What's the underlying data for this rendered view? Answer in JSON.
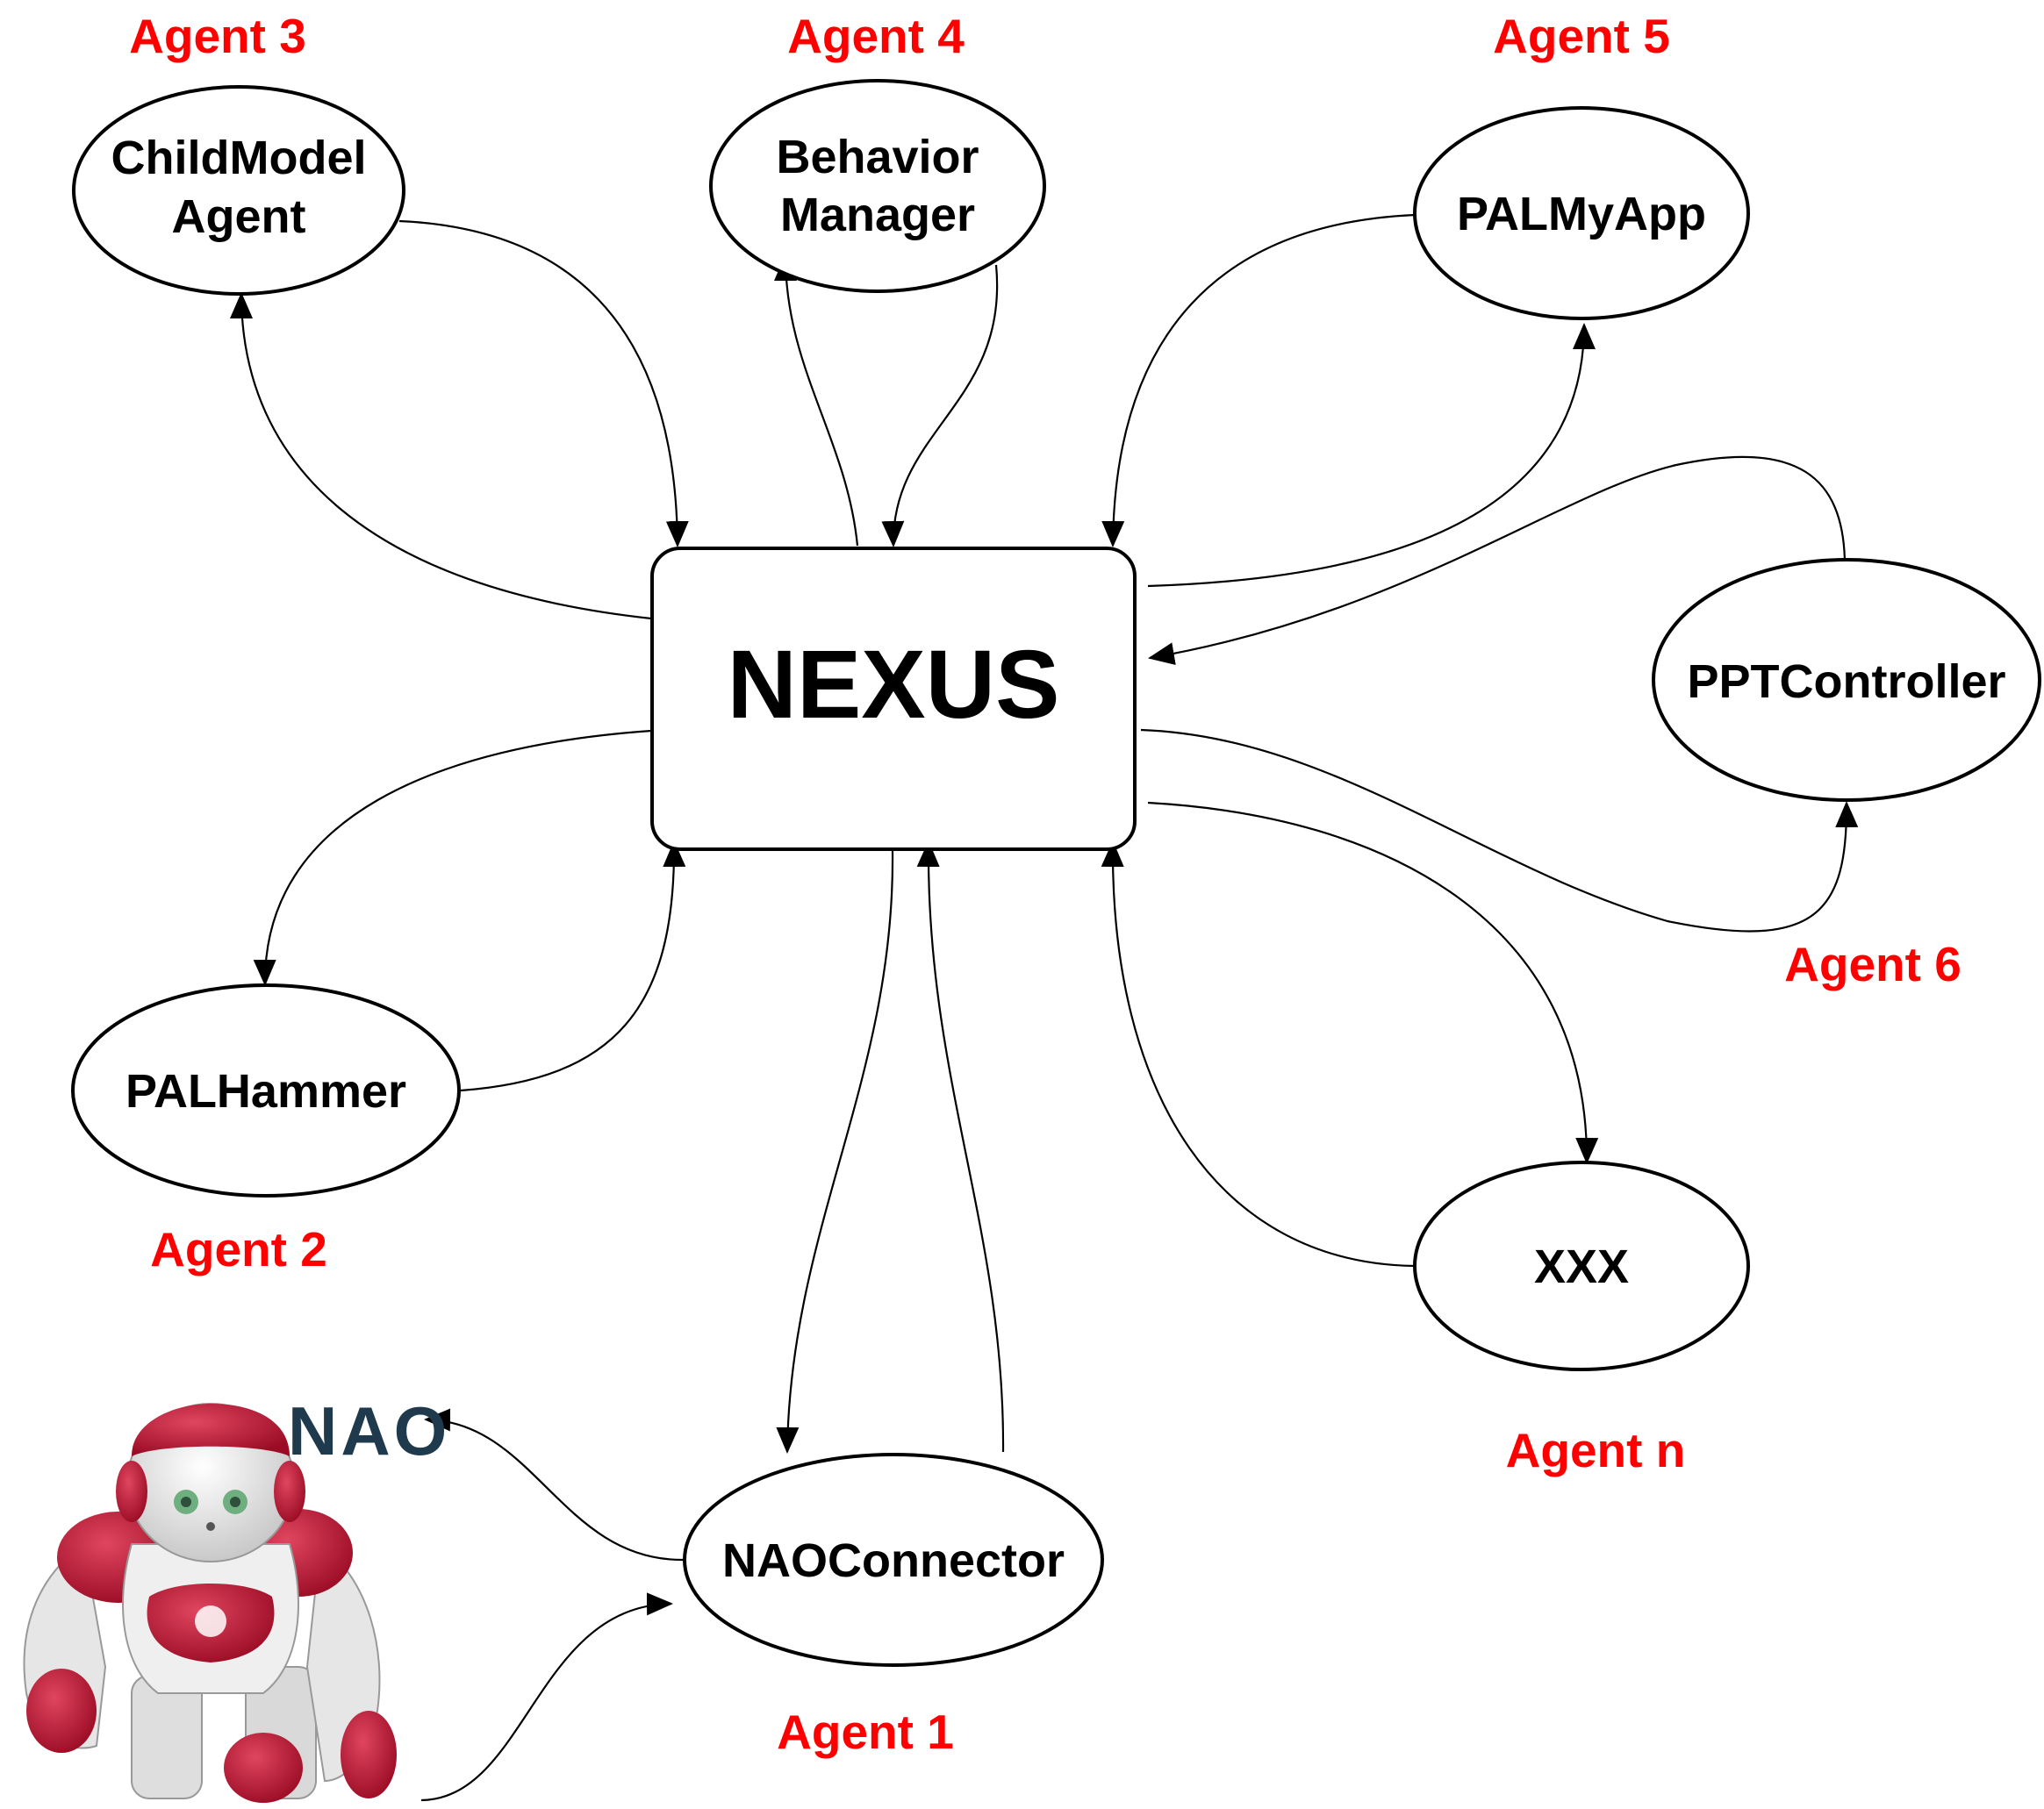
{
  "hub": {
    "label": "NEXUS"
  },
  "agents": [
    {
      "id": "agent3",
      "label": "Agent 3",
      "name_lines": [
        "ChildModel",
        "Agent"
      ]
    },
    {
      "id": "agent4",
      "label": "Agent 4",
      "name_lines": [
        "Behavior",
        "Manager"
      ]
    },
    {
      "id": "agent5",
      "label": "Agent 5",
      "name_lines": [
        "PALMyApp"
      ]
    },
    {
      "id": "agent6",
      "label": "Agent 6",
      "name_lines": [
        "PPTController"
      ]
    },
    {
      "id": "agent2",
      "label": "Agent 2",
      "name_lines": [
        "PALHammer"
      ]
    },
    {
      "id": "agentn",
      "label": "Agent n",
      "name_lines": [
        "XXX"
      ]
    },
    {
      "id": "agent1",
      "label": "Agent 1",
      "name_lines": [
        "NAOConnector"
      ]
    }
  ],
  "robot": {
    "logo_text": "NAO"
  },
  "colors": {
    "agent_label": "#ff0000",
    "robot_accent": "#c8102e",
    "logo": "#1f3a4d"
  }
}
